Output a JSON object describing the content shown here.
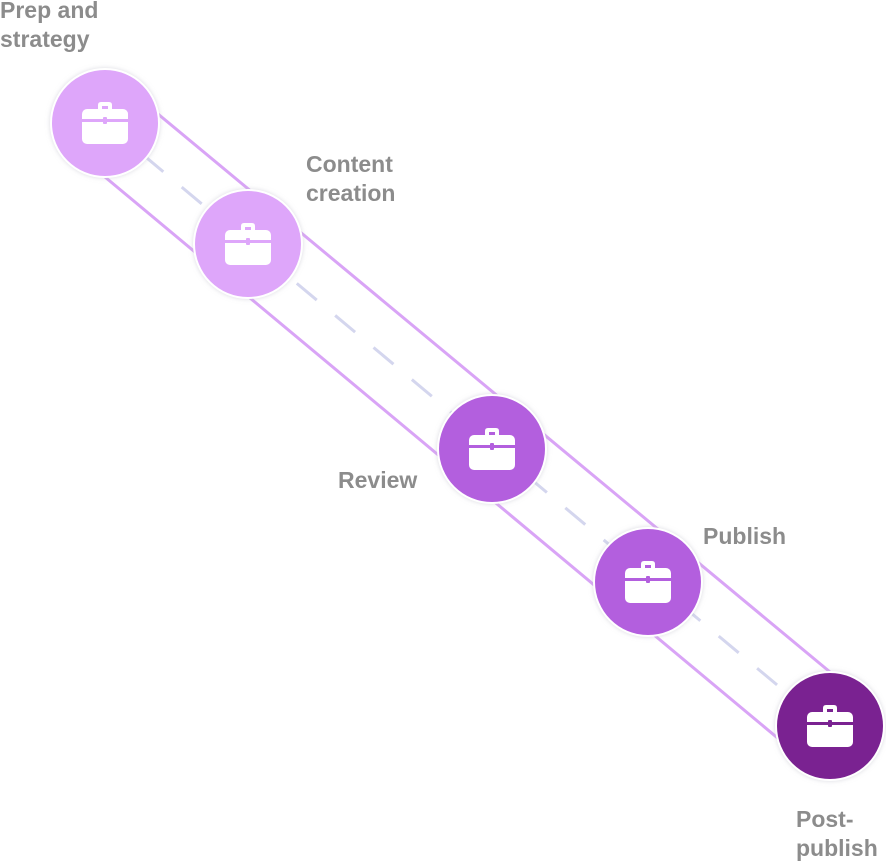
{
  "steps": [
    {
      "label": "Prep and\nstrategy",
      "color": "#dea6fa",
      "icon": "briefcase-icon"
    },
    {
      "label": "Content\ncreation",
      "color": "#dea6fa",
      "icon": "briefcase-icon"
    },
    {
      "label": "Review",
      "color": "#b35fde",
      "icon": "briefcase-icon"
    },
    {
      "label": "Publish",
      "color": "#b35fde",
      "icon": "briefcase-icon"
    },
    {
      "label": "Post-\npublish",
      "color": "#7a2291",
      "icon": "briefcase-icon"
    }
  ],
  "colors": {
    "road_edge": "#d9a4f6",
    "road_center": "#d4d6ee",
    "label_text": "#8c8c8c",
    "icon_fill": "#ffffff"
  }
}
